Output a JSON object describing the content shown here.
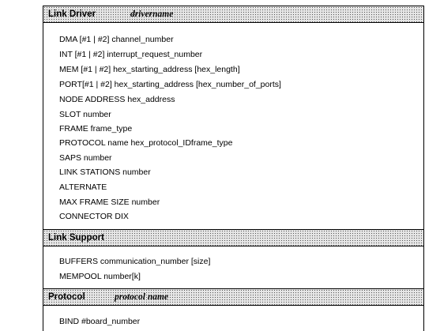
{
  "link_driver": {
    "title": "Link Driver",
    "param": "drivername",
    "lines": [
      "DMA [#1 | #2] channel_number",
      "INT    [#1 | #2] interrupt_request_number",
      "MEM [#1 | #2] hex_starting_address [hex_length]",
      "PORT[#1 | #2] hex_starting_address [hex_number_of_ports]",
      "NODE ADDRESS hex_address",
      "SLOT number",
      "FRAME frame_type",
      "PROTOCOL name hex_protocol_IDframe_type",
      "SAPS number",
      "LINK STATIONS number",
      "ALTERNATE",
      "MAX FRAME SIZE number",
      "CONNECTOR DIX"
    ]
  },
  "link_support": {
    "title": "Link Support",
    "lines": [
      "BUFFERS communication_number [size]",
      "MEMPOOL number[k]"
    ]
  },
  "protocol": {
    "title": "Protocol",
    "param": "protocol name",
    "lines": [
      "BIND #board_number"
    ]
  }
}
